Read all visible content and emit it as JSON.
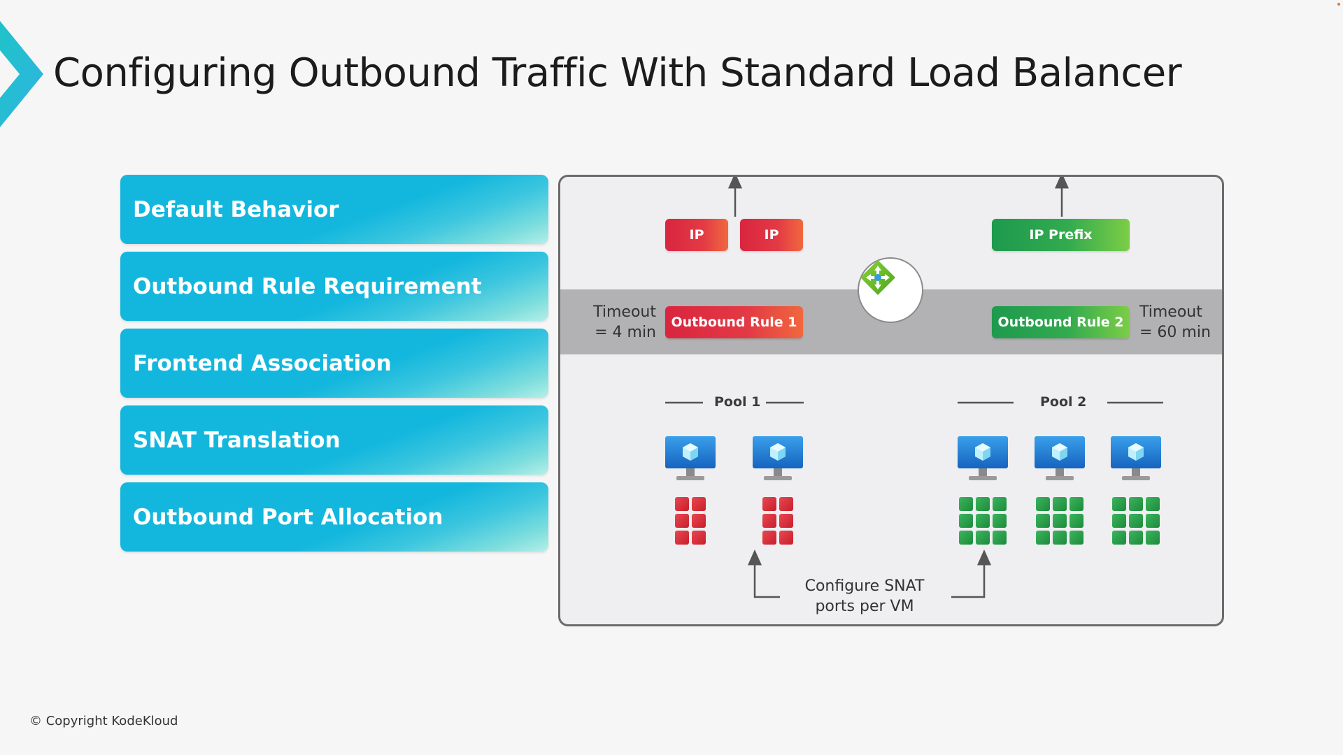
{
  "title": "Configuring Outbound Traffic With Standard Load Balancer",
  "menu": {
    "items": [
      {
        "label": "Default Behavior"
      },
      {
        "label": "Outbound Rule Requirement"
      },
      {
        "label": "Frontend Association"
      },
      {
        "label": "SNAT Translation"
      },
      {
        "label": "Outbound Port Allocation"
      }
    ]
  },
  "diagram": {
    "ip_left": "IP",
    "ip_right": "IP",
    "ip_prefix": "IP  Prefix",
    "rule1": {
      "label": "Outbound Rule 1",
      "timeout_line1": "Timeout",
      "timeout_line2": "= 4 min"
    },
    "rule2": {
      "label": "Outbound Rule 2",
      "timeout_line1": "Timeout",
      "timeout_line2": "= 60 min"
    },
    "pool1": {
      "label": "Pool 1",
      "vm_count": 2,
      "ports_per_vm": 6,
      "port_color": "red"
    },
    "pool2": {
      "label": "Pool 2",
      "vm_count": 3,
      "ports_per_vm": 9,
      "port_color": "green"
    },
    "snat_line1": "Configure SNAT",
    "snat_line2": "ports per VM",
    "icons": [
      "load-balancer-icon",
      "virtual-machine-icon",
      "snat-port-icon"
    ]
  },
  "colors": {
    "accent_cyan": "#13b7dd",
    "red": "#d9253f",
    "green": "#1e9a4e"
  },
  "footer": {
    "copyright": "© Copyright KodeKloud"
  }
}
